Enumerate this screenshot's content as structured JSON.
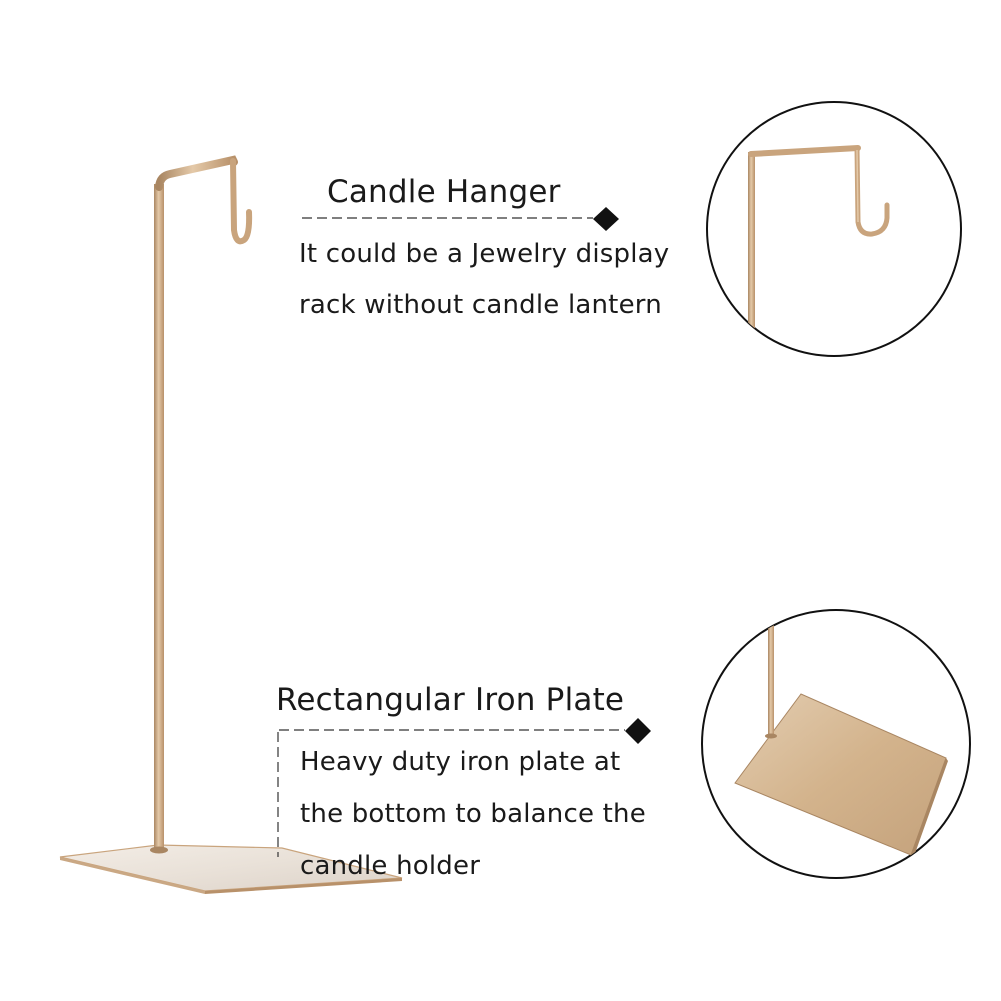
{
  "top_callout": {
    "title": "Candle Hanger",
    "description_lines": [
      "It could be a Jewelry display",
      "rack without candle lantern"
    ]
  },
  "bottom_callout": {
    "title": "Rectangular Iron Plate",
    "description_lines": [
      "Heavy duty iron plate at",
      "the bottom to balance the",
      "candle holder"
    ]
  },
  "colors": {
    "background": "#ffffff",
    "text": "#1a1a1a",
    "metal_gold": "#c9a47d",
    "metal_gold_dark": "#a98662",
    "metal_gold_light": "#e4c9a8",
    "plate_top": "#d6b792",
    "plate_top_light": "#e3cdb1",
    "divider": "#333333"
  }
}
